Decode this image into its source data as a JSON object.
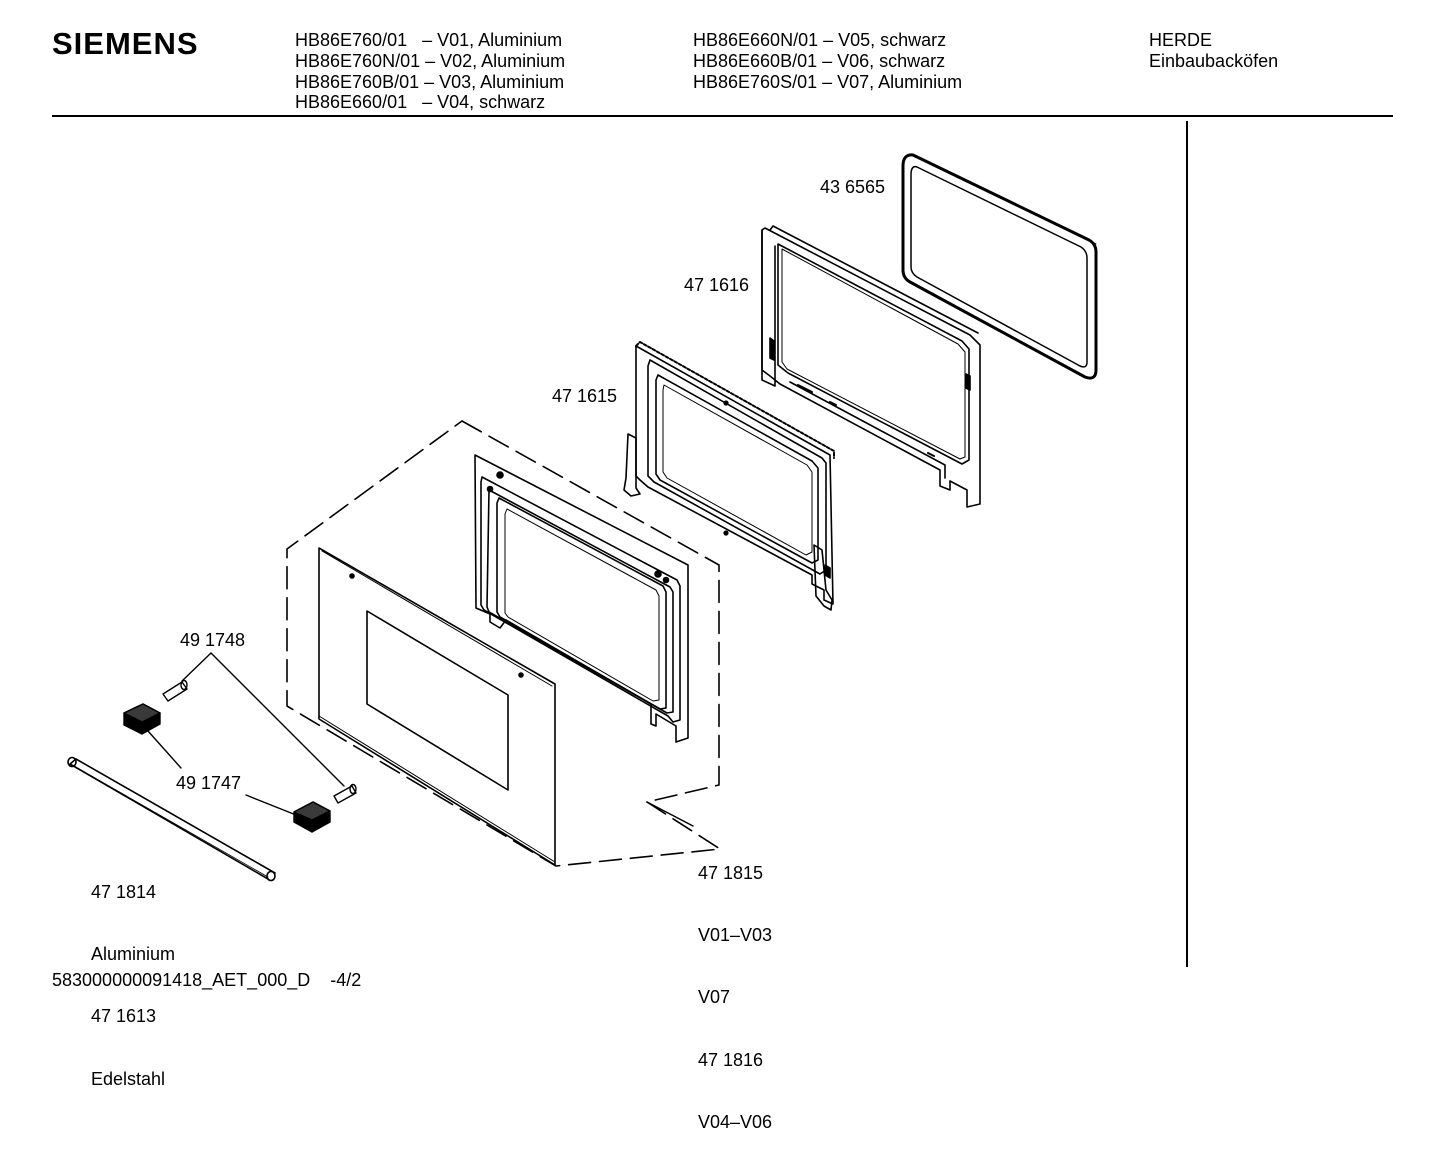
{
  "header": {
    "brand": "SIEMENS",
    "models_left": [
      "HB86E760/01   – V01, Aluminium",
      "HB86E760N/01 – V02, Aluminium",
      "HB86E760B/01 – V03, Aluminium",
      "HB86E660/01   – V04, schwarz"
    ],
    "models_right": [
      "HB86E660N/01 – V05, schwarz",
      "HB86E660B/01 – V06, schwarz",
      "HB86E760S/01 – V07, Aluminium"
    ],
    "category": "HERDE",
    "subcategory": "Einbaubacköfen"
  },
  "parts": {
    "seal": "43 6565",
    "inner_frame_back": "47 1616",
    "inner_frame_front": "47 1615",
    "screw": "49 1748",
    "cap": "49 1747",
    "door_assembly_lines": [
      "47 1815",
      "V01–V03",
      "V07",
      "47 1816",
      "V04–V06"
    ],
    "handle_lines": [
      "47 1814",
      "Aluminium",
      "47 1613",
      "Edelstahl"
    ]
  },
  "footer": {
    "doc_id": "583000000091418_AET_000_D",
    "page": "-4/2"
  }
}
